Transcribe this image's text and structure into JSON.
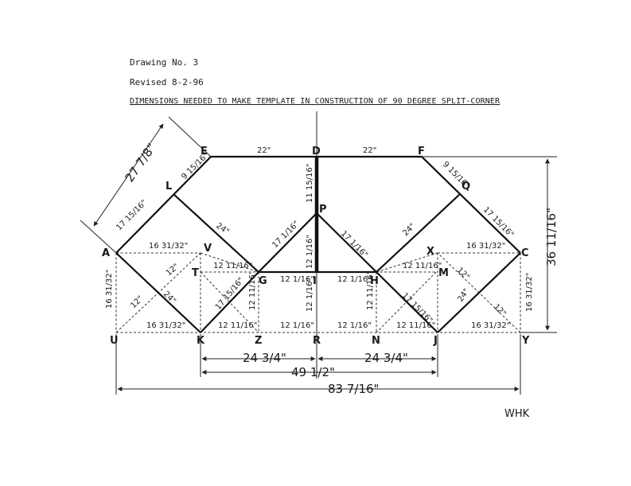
{
  "header": {
    "drawing_no": "Drawing No. 3",
    "revised": "Revised 8-2-96",
    "title": "DIMENSIONS NEEDED TO MAKE TEMPLATE IN CONSTRUCTION OF 90 DEGREE SPLIT-CORNER"
  },
  "points": {
    "A": "A",
    "C": "C",
    "D": "D",
    "E": "E",
    "F": "F",
    "G": "G",
    "H": "H",
    "I": "I",
    "J": "J",
    "K": "K",
    "L": "L",
    "M": "M",
    "N": "N",
    "P": "P",
    "Q": "Q",
    "R": "R",
    "T": "T",
    "U": "U",
    "V": "V",
    "X": "X",
    "Y": "Y",
    "Z": "Z"
  },
  "dimensions": {
    "ED": "22\"",
    "DF": "22\"",
    "DP": "11 15/16\"",
    "EL": "9 15/16\"",
    "FQ": "9 15/16\"",
    "AL": "17 15/16\"",
    "QC": "17 15/16\"",
    "LG": "24\"",
    "HQ": "24\"",
    "GP": "17 1/16\"",
    "PH": "17 1/16\"",
    "PI": "12 1/16\"",
    "AV": "16 31/32\"",
    "XC": "16 31/32\"",
    "TG": "12 11/16\"",
    "HM": "12 11/16\"",
    "GI": "12 1/16\"",
    "IH": "12 1/16\"",
    "AU": "16 31/32\"",
    "CY": "16 31/32\"",
    "VT": "12\"",
    "MC": "12\"",
    "AK_inner": "12\"",
    "JY_inner": "12\"",
    "AK": "24\"",
    "XJ": "24\"",
    "KG": "17 15/16\"",
    "HJ": "17 15/16\"",
    "GZ": "12 11/16\"",
    "HN": "12 11/16\"",
    "IR": "12 1/16\"",
    "UK": "16 31/32\"",
    "JY": "16 31/32\"",
    "KZ": "12 11/16\"",
    "ZR": "12 1/16\"",
    "RN": "12 1/16\"",
    "NJ": "12 11/16\"",
    "EA_total": "27 7/8\"",
    "FY_total": "36 11/16\"",
    "KR": "24 3/4\"",
    "RJ": "24 3/4\"",
    "KJ": "49 1/2\"",
    "UY": "83 7/16\""
  },
  "signature": "WHK"
}
